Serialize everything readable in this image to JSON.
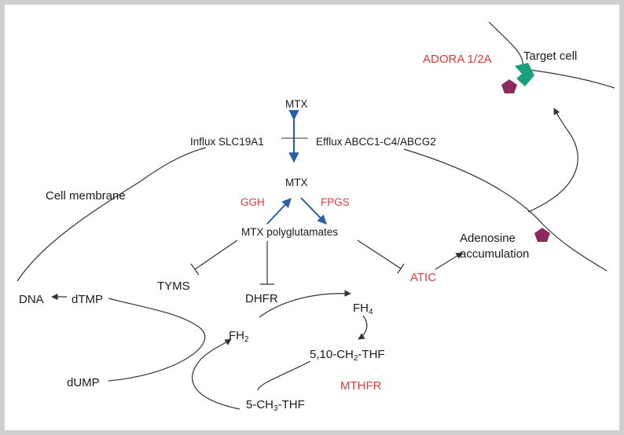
{
  "colors": {
    "red": "#e03a3a",
    "blue": "#2a5fa8",
    "green": "#17a07a",
    "purple": "#8a2a5e",
    "line": "#333333",
    "border": "#cfcfcf"
  },
  "labels": {
    "target_cell": "Target cell",
    "adora": "ADORA 1/2A",
    "mtx_top": "MTX",
    "influx": "Influx SLC19A1",
    "efflux": "Efflux ABCC1-C4/ABCG2",
    "cell_membrane": "Cell membrane",
    "mtx_mid": "MTX",
    "ggh": "GGH",
    "fpgs": "FPGS",
    "mtx_poly": "MTX polyglutamates",
    "adenosine_1": "Adenosine",
    "adenosine_2": "accumulation",
    "atic": "ATIC",
    "tyms": "TYMS",
    "dhfr": "DHFR",
    "dna": "DNA",
    "dtmp": "dTMP",
    "dump": "dUMP",
    "fh4_base": "FH",
    "fh4_sub": "4",
    "fh2_base": "FH",
    "fh2_sub": "2",
    "ch2thf_pre": "5,10-CH",
    "ch2thf_sub": "2",
    "ch2thf_post": "-THF",
    "mthfr": "MTHFR",
    "ch3thf_pre": "5-CH",
    "ch3thf_sub": "3",
    "ch3thf_post": "-THF"
  },
  "icons": [
    "adora-receptor-icon",
    "adenosine-pentagon-icon"
  ]
}
